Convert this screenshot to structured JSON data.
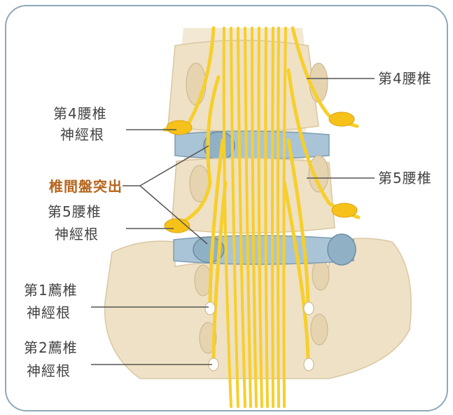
{
  "colors": {
    "background": "#ffffff",
    "border": "#8fa8b8",
    "bone": "#efe1c5",
    "bone_shade": "#dccaa3",
    "disc": "#9fbcd0",
    "nerve": "#f6cf2c",
    "label_text": "#444444",
    "accent_label": "#b5651d",
    "leader": "#555555"
  },
  "labels": {
    "l4_vertebra": "第4腰椎",
    "l5_vertebra": "第5腰椎",
    "l4_root_line1": "第4腰椎",
    "l4_root_line2": "神經根",
    "herniation": "椎間盤突出",
    "l5_root_line1": "第5腰椎",
    "l5_root_line2": "神經根",
    "s1_root_line1": "第1薦椎",
    "s1_root_line2": "神經根",
    "s2_root_line1": "第2薦椎",
    "s2_root_line2": "神經根"
  }
}
